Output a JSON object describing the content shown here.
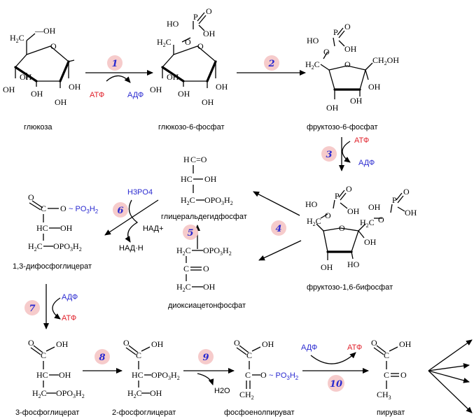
{
  "compounds": {
    "glucose": "глюкоза",
    "g6p": "глюкозо-6-фосфат",
    "f6p": "фруктозо-6-фосфат",
    "f16bp": "фруктозо-1,6-бифосфат",
    "gap": "глицеральдегидфосфат",
    "dhap": "диоксиацетонфосфат",
    "bpg13": "1,3-дифосфоглицерат",
    "pg3": "3-фосфоглицерат",
    "pg2": "2-фосфоглицерат",
    "pep": "фосфоенолпируват",
    "pyruvate": "пируват"
  },
  "cofactors": {
    "atp": "АТФ",
    "adp": "АДФ",
    "h3po4": "H3PO4",
    "nad": "НАД+",
    "nadh": "НАД·Н",
    "water": "H2O"
  },
  "steps": [
    "1",
    "2",
    "3",
    "4",
    "5",
    "6",
    "7",
    "8",
    "9",
    "10"
  ],
  "colors": {
    "atp": "#e0202a",
    "adp": "#2a2ad0",
    "step_badge": "#f6cbcb",
    "step_number": "#2a2ad0"
  }
}
